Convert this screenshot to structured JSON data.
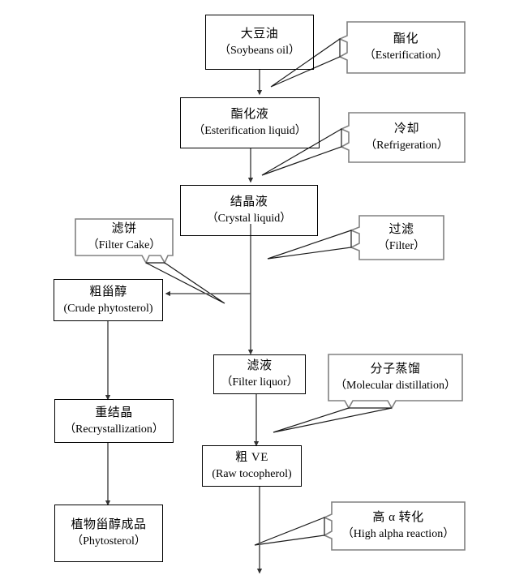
{
  "diagram": {
    "title": "Soybean oil processing flow chart",
    "colors": {
      "box_border": "#000000",
      "callout_border": "#808080",
      "connector": "#595959",
      "leader": "#000000",
      "text": "#000000",
      "background": "#ffffff"
    },
    "process_nodes": [
      {
        "id": "soybeans-oil",
        "cn": "大豆油",
        "en": "（Soybeans oil）"
      },
      {
        "id": "esterification-liquid",
        "cn": "酯化液",
        "en": "（Esterification liquid）"
      },
      {
        "id": "crystal-liquid",
        "cn": "结晶液",
        "en": "（Crystal liquid）"
      },
      {
        "id": "crude-phytosterol",
        "cn": "粗甾醇",
        "en": "(Crude phytosterol)"
      },
      {
        "id": "filter-liquor",
        "cn": "滤液",
        "en": "（Filter liquor）"
      },
      {
        "id": "recrystallization",
        "cn": "重结晶",
        "en": "（Recrystallization）"
      },
      {
        "id": "raw-tocopherol",
        "cn": "粗 VE",
        "en": "(Raw tocopherol)"
      },
      {
        "id": "phytosterol",
        "cn": "植物甾醇成品",
        "en": "（Phytosterol）"
      }
    ],
    "callout_nodes": [
      {
        "id": "esterification",
        "cn": "酯化",
        "en": "（Esterification）"
      },
      {
        "id": "refrigeration",
        "cn": "冷却",
        "en": "（Refrigeration）"
      },
      {
        "id": "filter",
        "cn": "过滤",
        "en": "（Filter）"
      },
      {
        "id": "filter-cake",
        "cn": "滤饼",
        "en": "（Filter Cake）"
      },
      {
        "id": "molecular-distillation",
        "cn": "分子蒸馏",
        "en": "（Molecular distillation）"
      },
      {
        "id": "high-alpha-reaction",
        "cn": "高 α 转化",
        "en": "（High alpha reaction）"
      }
    ]
  }
}
